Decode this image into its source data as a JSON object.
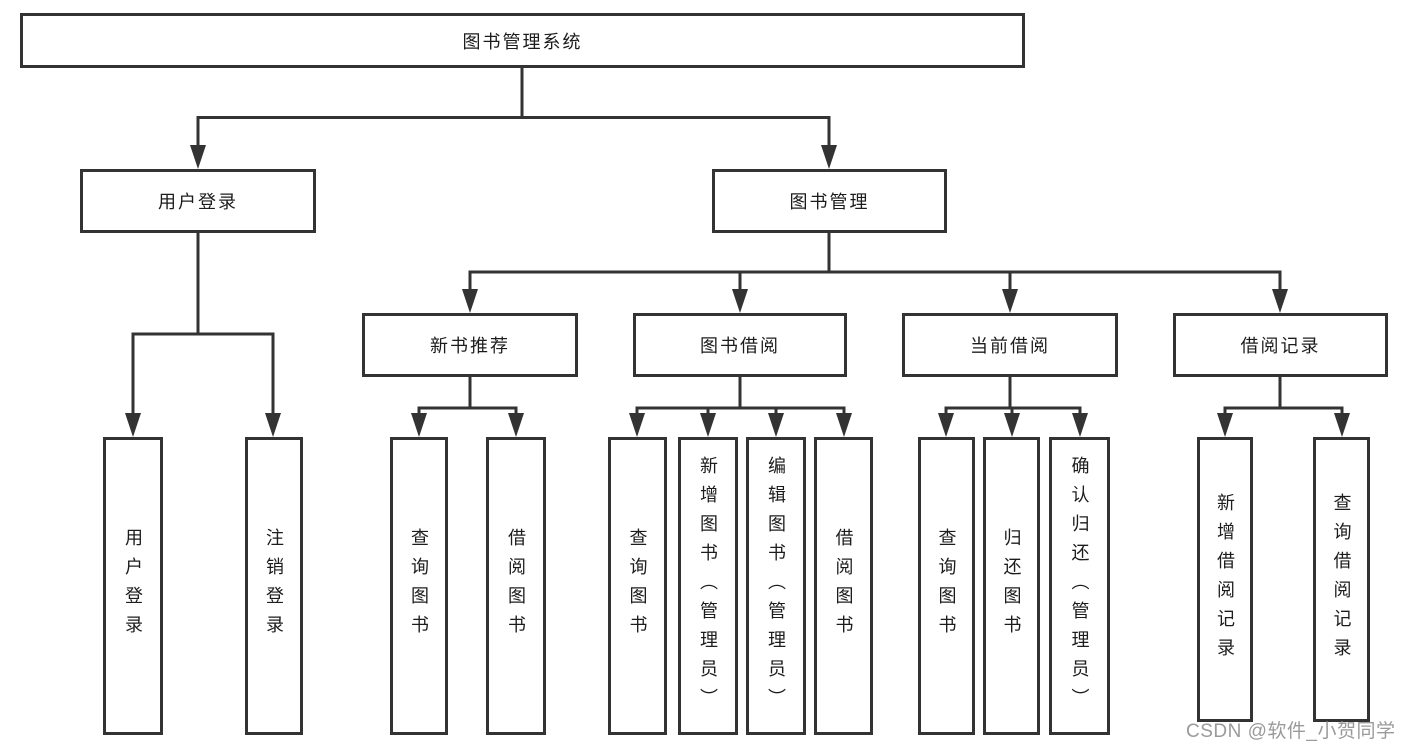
{
  "diagram": {
    "title": "图书管理系统",
    "level2": {
      "user_login": "用户登录",
      "book_mgmt": "图书管理"
    },
    "level3": {
      "new_book": "新书推荐",
      "book_borrow": "图书借阅",
      "current_borrow": "当前借阅",
      "borrow_record": "借阅记录"
    },
    "leaves": {
      "user_login_1": "用户登录",
      "user_login_2": "注销登录",
      "new_book_1": "查询图书",
      "new_book_2": "借阅图书",
      "book_borrow_1": "查询图书",
      "book_borrow_2": "新增图书（管理员）",
      "book_borrow_3": "编辑图书（管理员）",
      "book_borrow_4": "借阅图书",
      "current_borrow_1": "查询图书",
      "current_borrow_2": "归还图书",
      "current_borrow_3": "确认归还（管理员）",
      "borrow_record_1": "新增借阅记录",
      "borrow_record_2": "查询借阅记录"
    }
  },
  "watermark": "CSDN @软件_小贺同学",
  "colors": {
    "line": "#333333",
    "text": "#1c1c1c",
    "watermark": "#9a9a9a",
    "background": "#ffffff"
  }
}
